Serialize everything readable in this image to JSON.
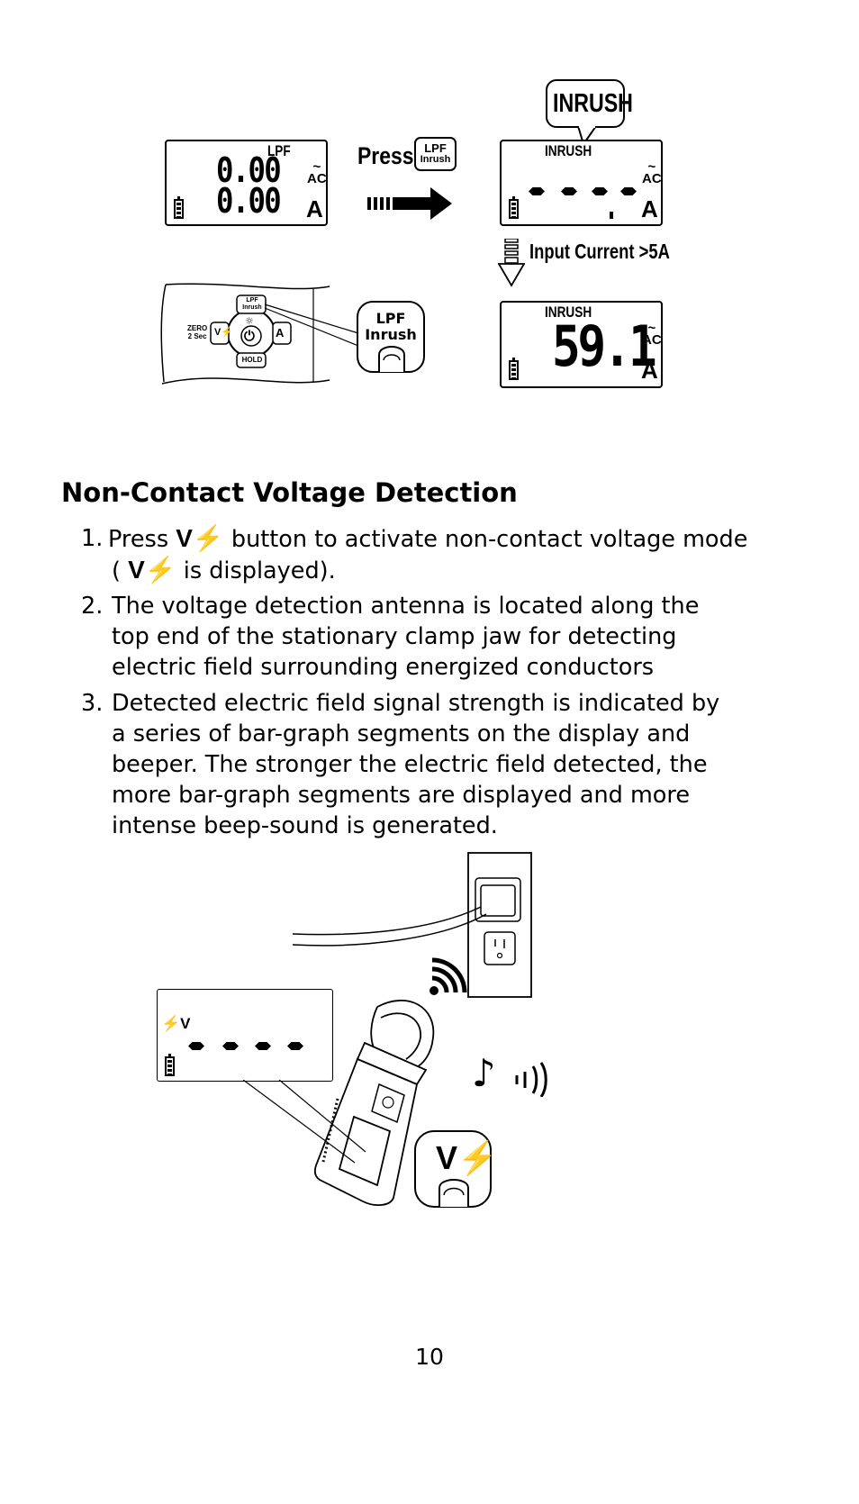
{
  "figure1": {
    "lcd1": {
      "label_top": "LPF",
      "reading_top": "0.00",
      "reading_bottom": "0.00",
      "unit": "A",
      "ac_label": "AC"
    },
    "press_label": "Press",
    "button_icon_label_line1": "LPF",
    "button_icon_label_line2": "Inrush",
    "lcd2": {
      "label_top": "INRUSH",
      "unit": "A",
      "ac_label": "AC"
    },
    "callout_inrush": "INRUSH",
    "input_current_label": "Input Current >5A",
    "lcd3": {
      "label_top": "INRUSH",
      "reading": "59.1",
      "unit": "A",
      "ac_label": "AC"
    },
    "meter_panel": {
      "zero_label_line1": "ZERO",
      "zero_label_line2": "2 Sec",
      "v_button_label": "V",
      "lpf_line1": "LPF",
      "lpf_line2": "Inrush",
      "hold_label": "HOLD",
      "a_label": "A"
    },
    "callout_lpf_line1": "LPF",
    "callout_lpf_line2": "Inrush"
  },
  "section": {
    "title": "Non-Contact Voltage Detection",
    "items": [
      {
        "num": "1.",
        "pre": "Press ",
        "symbol": "V",
        "post_line1": " button to activate non-contact voltage mode",
        "line2_pre": "( ",
        "line2_symbol": "V",
        "line2_post": " is displayed)."
      },
      {
        "num": "2.",
        "lines": [
          "The voltage detection antenna is located along the",
          "top end of the stationary clamp jaw for detecting",
          "electric field surrounding energized conductors"
        ]
      },
      {
        "num": "3.",
        "lines": [
          "Detected electric field signal strength is indicated by",
          "a series of bar-graph segments on the display and",
          "beeper. The stronger the electric field detected, the",
          "more bar-graph segments are displayed and more",
          "intense beep-sound is generated."
        ]
      }
    ]
  },
  "figure2": {
    "lcd_symbol": "V",
    "callout_button_label": "V"
  },
  "page_number": "10"
}
